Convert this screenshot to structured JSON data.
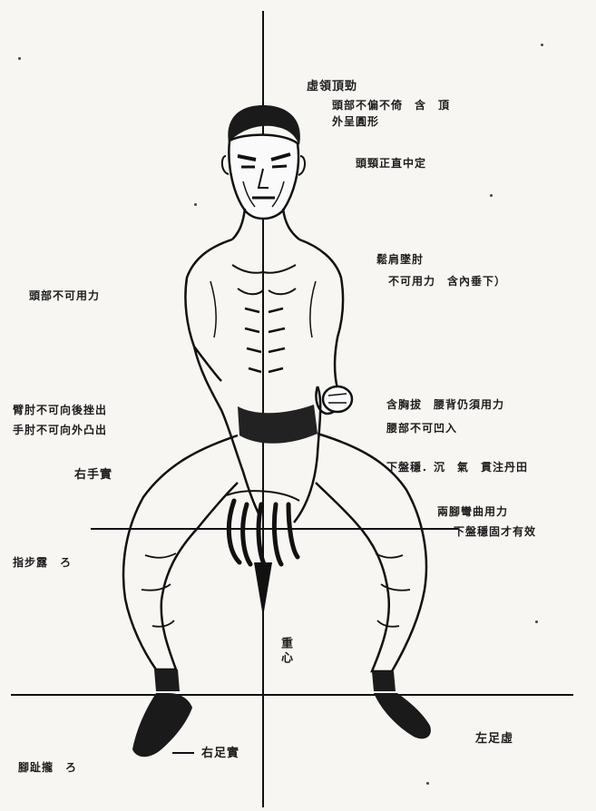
{
  "diagram": {
    "annotations": {
      "top_center_1": "虛領頂勁",
      "top_center_2": "頭部不偏不倚　含　頂",
      "top_center_3": "外呈圓形",
      "neck": "頭頸正直中定",
      "shoulder_1": "鬆肩墜肘",
      "shoulder_2": "不可用力　含內垂下）",
      "left_shoulder": "頭部不可用力",
      "left_elbow_1": "臂肘不可向後挫出",
      "left_elbow_2": "手肘不可向外凸出",
      "right_hand": "右手實",
      "waist_1": "含胸拔　腰背仍須用力",
      "waist_2": "腰部不可凹入",
      "dantian": "下盤穩．沉　氣　貫注丹田",
      "legs_1": "兩腳彎曲用力",
      "legs_2": "下盤穩固才有效",
      "left_thigh": "指步露　ろ",
      "center_line": "重心",
      "right_foot": "右足實",
      "left_foot": "左足虛",
      "bottom_left": "腳趾攏　ろ"
    }
  }
}
